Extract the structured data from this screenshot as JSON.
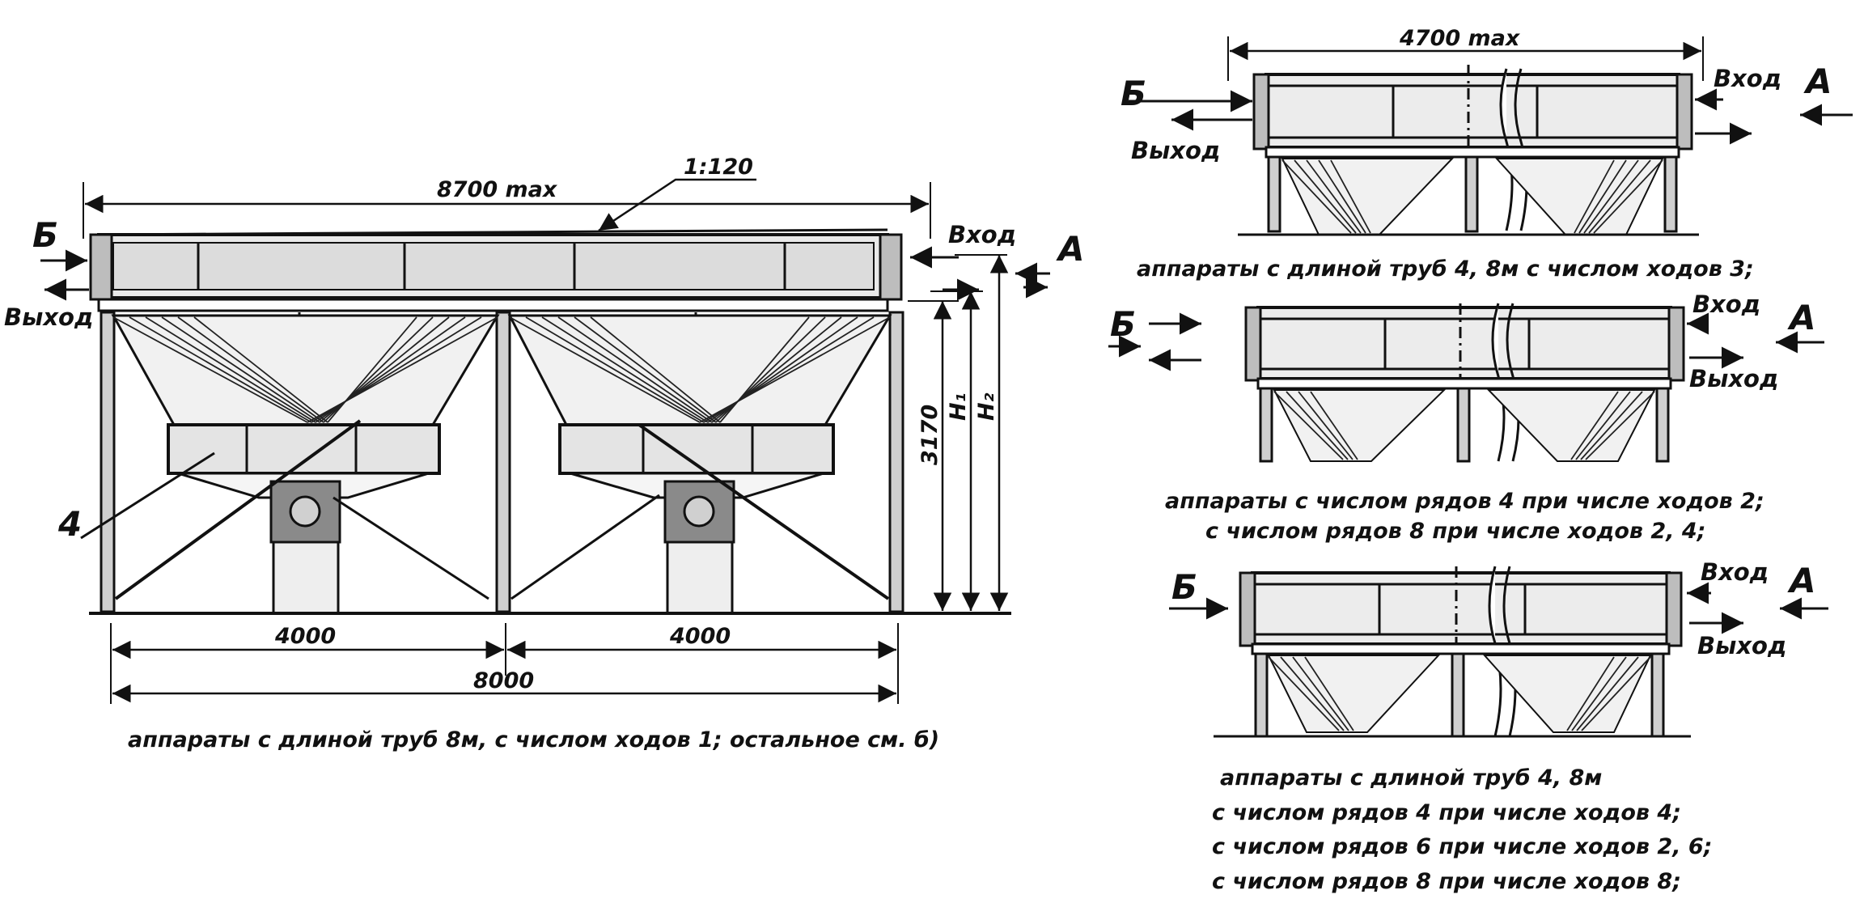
{
  "main_view": {
    "dim_total_width": "8700 max",
    "slope": "1:120",
    "view_b": "Б",
    "view_a": "А",
    "inlet": "Вход",
    "outlet": "Выход",
    "dim_height": "3170",
    "h1": "H₁",
    "h2": "H₂",
    "callout": "4",
    "dim_left": "4000",
    "dim_right": "4000",
    "dim_span": "8000",
    "caption": "аппараты с длиной труб 8м, с числом ходов 1; остальное см. б)"
  },
  "variant_1": {
    "dim_width": "4700 max",
    "view_b": "Б",
    "view_a": "А",
    "inlet": "Вход",
    "outlet": "Выход",
    "caption": "аппараты с длиной труб 4, 8м с числом ходов 3;"
  },
  "variant_2": {
    "view_b": "Б",
    "view_a": "А",
    "inlet": "Вход",
    "outlet": "Выход",
    "caption_lines": [
      "аппараты с числом рядов 4 при числе ходов 2;",
      "с числом рядов 8 при числе ходов 2, 4;"
    ]
  },
  "variant_3": {
    "view_b": "Б",
    "view_a": "А",
    "inlet": "Вход",
    "outlet": "Выход",
    "caption_lines": [
      "аппараты с длиной труб 4, 8м",
      "с числом рядов 4 при числе ходов 4;",
      "с числом рядов 6  при числе ходов 2, 6;",
      "с числом рядов 8 при числе ходов 8;"
    ]
  }
}
